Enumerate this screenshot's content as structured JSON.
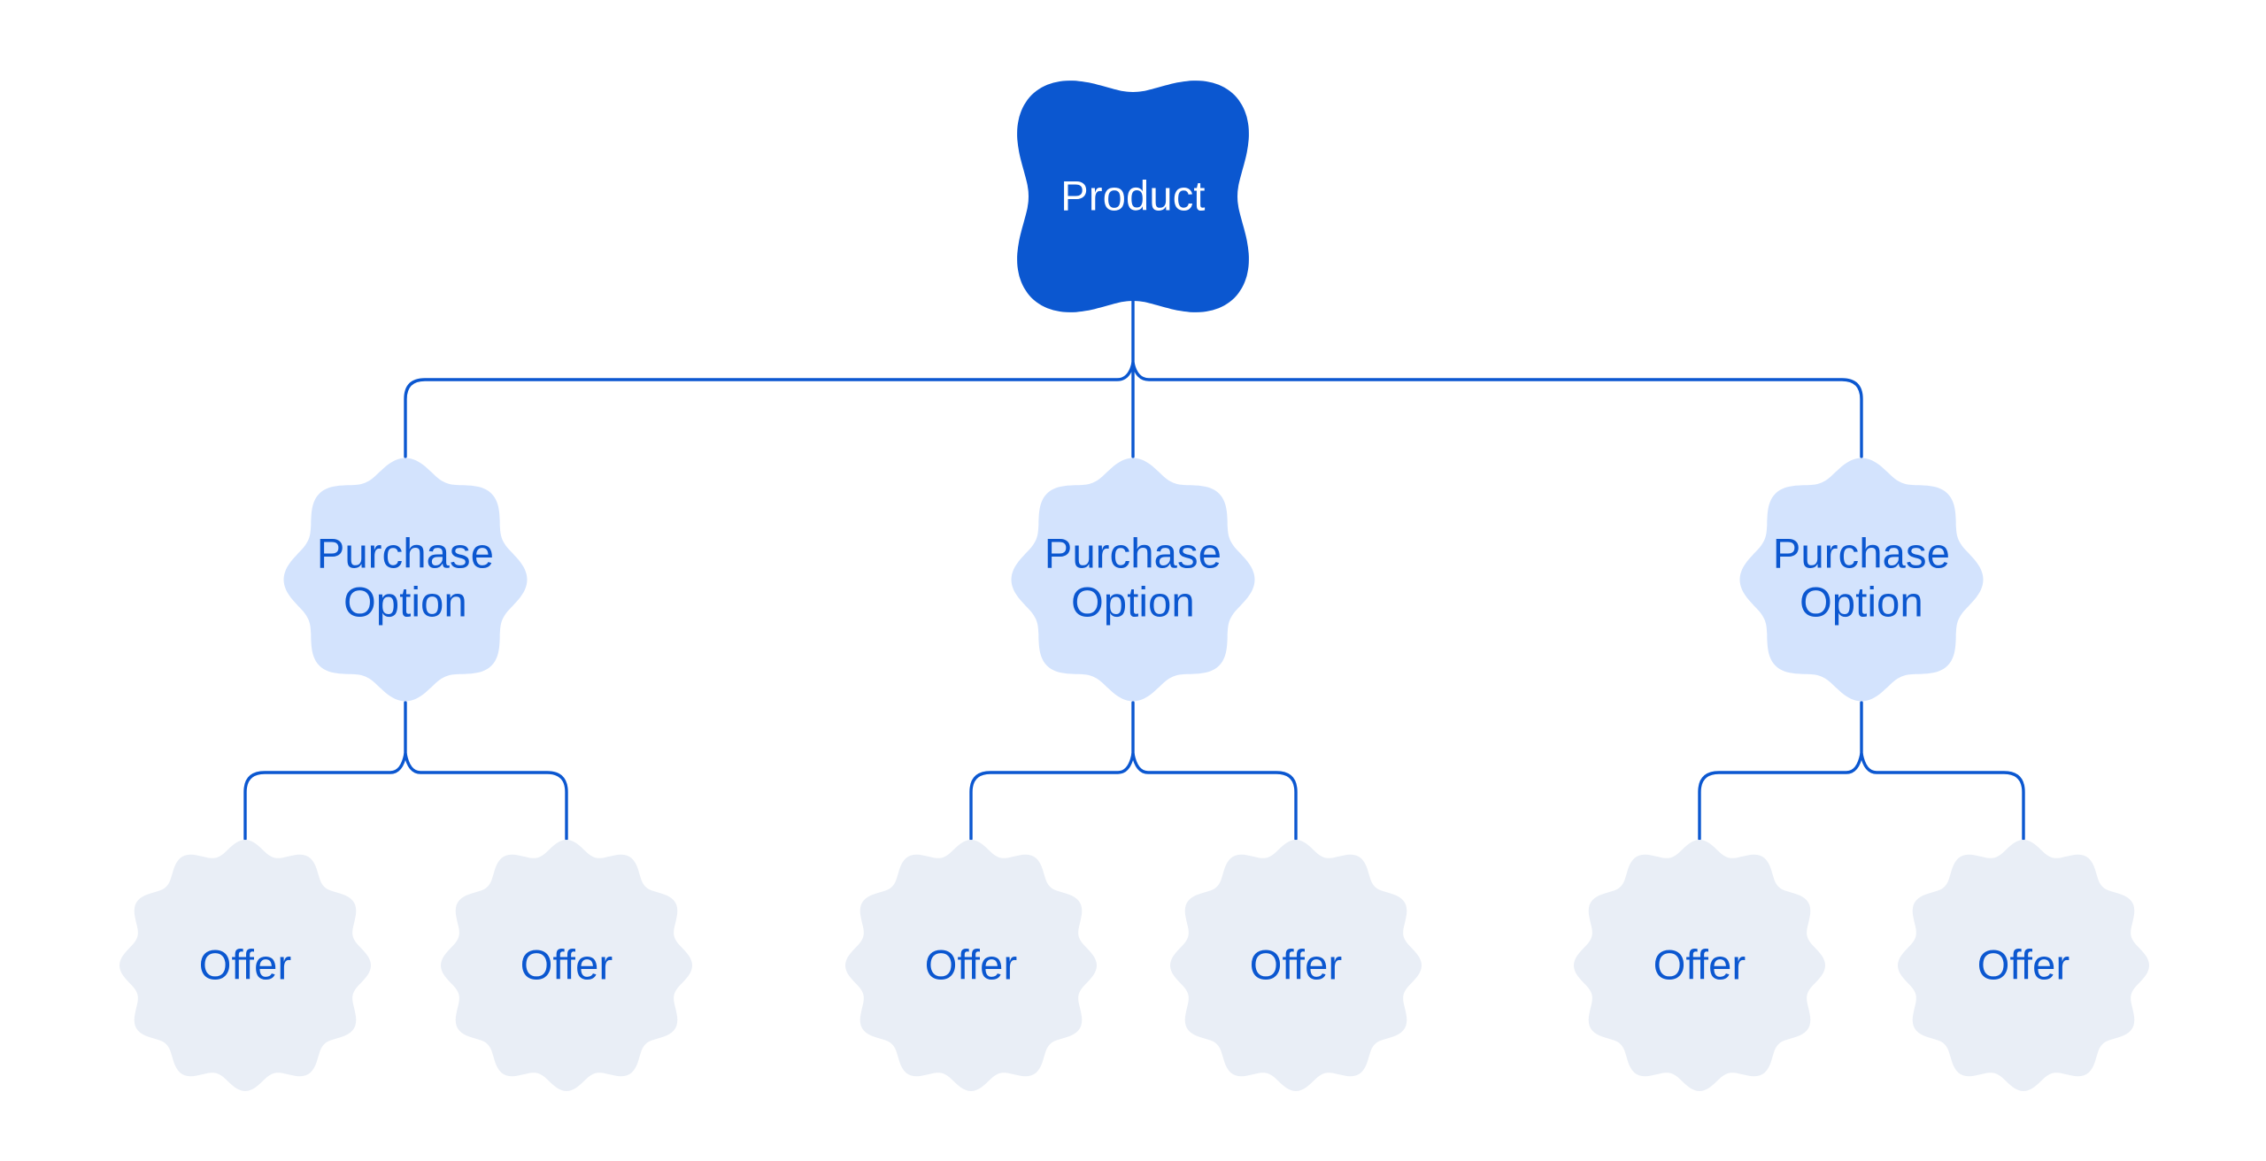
{
  "page": {
    "background": "#ffffff"
  },
  "palette": {
    "primary": "#0b57d0",
    "connector": "#0b57d0",
    "root_fill": "#0b57d0",
    "root_text": "#ffffff",
    "purchase_fill": "#d3e3fd",
    "offer_fill": "#e9eef6"
  },
  "tree": {
    "root": {
      "label": "Product"
    },
    "purchase_options": [
      {
        "label": "Purchase Option",
        "offers": [
          {
            "label": "Offer"
          },
          {
            "label": "Offer"
          }
        ]
      },
      {
        "label": "Purchase Option",
        "offers": [
          {
            "label": "Offer"
          },
          {
            "label": "Offer"
          }
        ]
      },
      {
        "label": "Purchase Option",
        "offers": [
          {
            "label": "Offer"
          },
          {
            "label": "Offer"
          }
        ]
      }
    ]
  }
}
